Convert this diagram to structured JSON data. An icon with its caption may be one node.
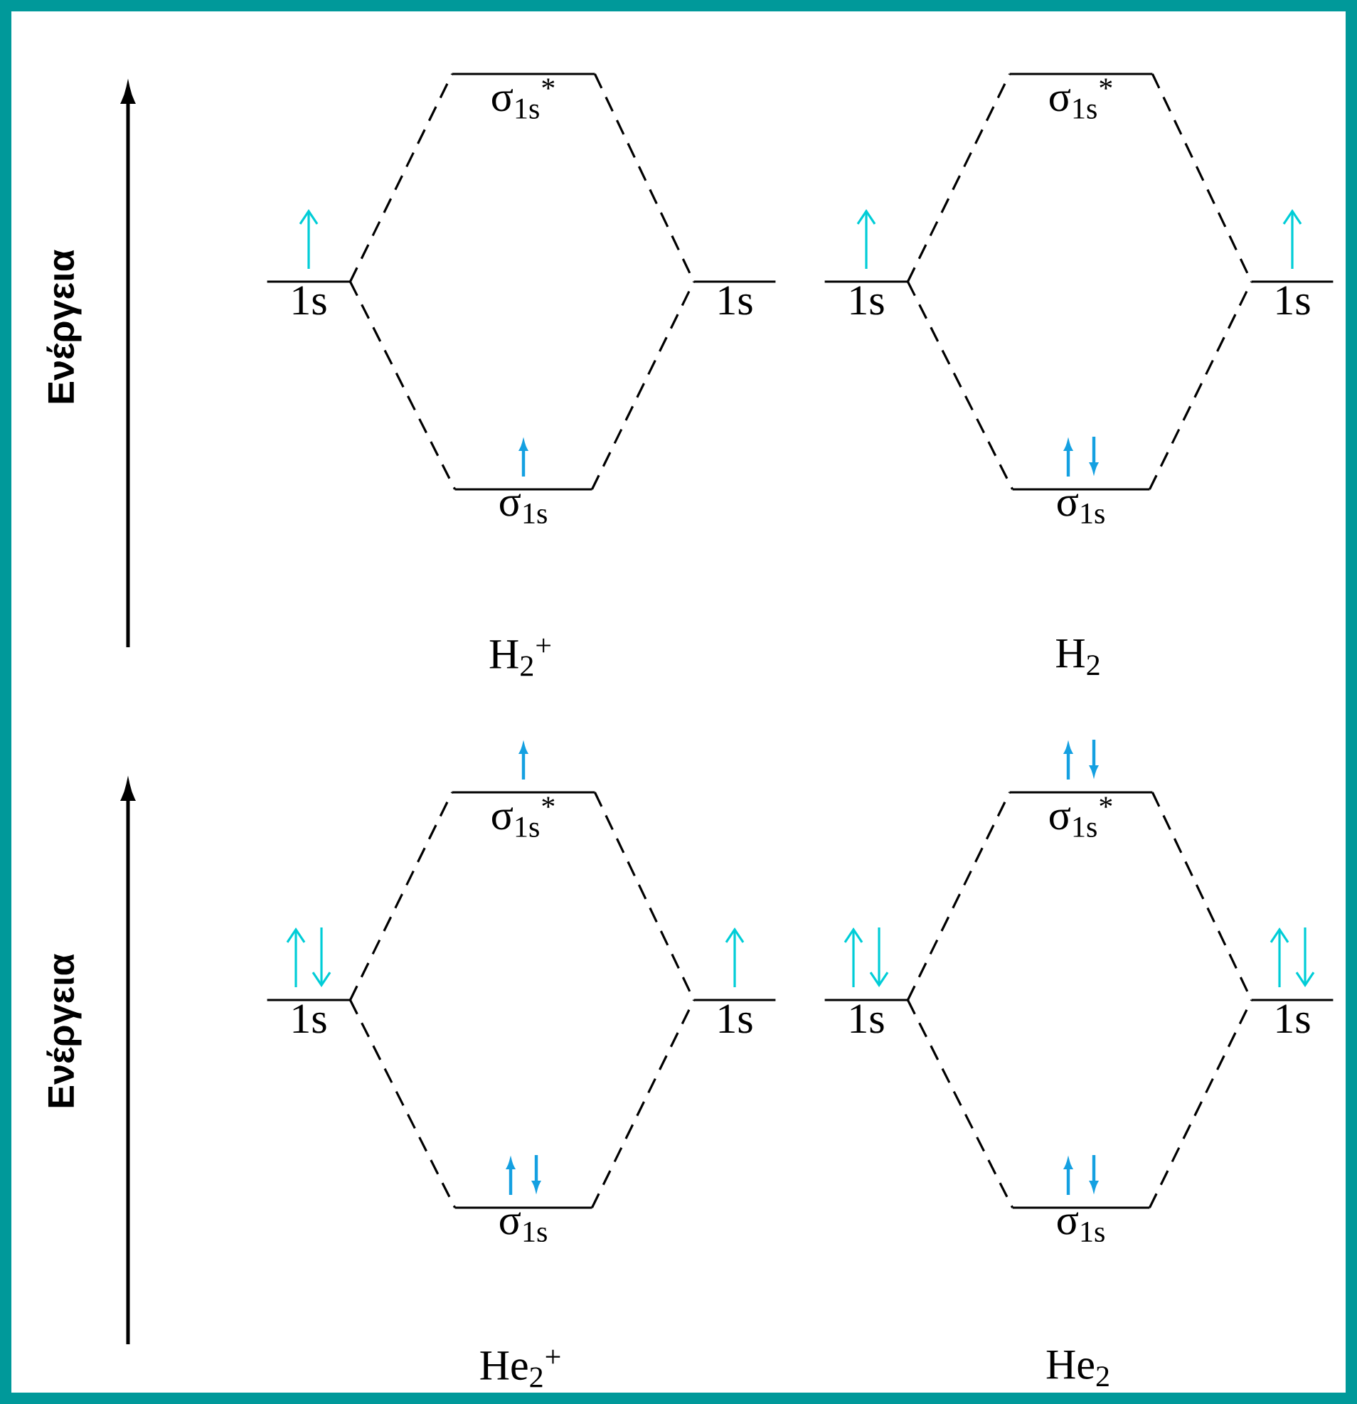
{
  "diagram": {
    "nodes": [
      {
        "text": [
          "σ$_{1s}$$^{*}$"
        ]
      },
      {
        "text": [
          "1s"
        ]
      },
      {
        "text": [
          "1s"
        ]
      },
      {
        "text": [
          "σ$_{1s}$"
        ]
      },
      {
        "text": [
          "σ$_{1s}$$^{*}$"
        ]
      },
      {
        "text": [
          "1s"
        ]
      },
      {
        "text": [
          "1s"
        ]
      },
      {
        "text": [
          "σ$_{1s}$"
        ]
      },
      {
        "text": [
          "σ$_{1s}$$^{*}$"
        ]
      },
      {
        "text": [
          "1s"
        ]
      },
      {
        "text": [
          "1s"
        ]
      },
      {
        "text": [
          "σ$_{1s}$"
        ]
      },
      {
        "text": [
          "σ$_{1s}$$^{*}$"
        ]
      },
      {
        "text": [
          "1s"
        ]
      },
      {
        "text": [
          "1s"
        ]
      },
      {
        "text": [
          "σ$_{1s}$"
        ]
      }
    ],
    "edges": [
      {
        "from": 1,
        "to": 0,
        "arrow": "none",
        "style": "dashed"
      },
      {
        "from": 0,
        "to": 2,
        "arrow": "none",
        "style": "dashed"
      },
      {
        "from": 1,
        "to": 3,
        "arrow": "none",
        "style": "dashed"
      },
      {
        "from": 3,
        "to": 2,
        "arrow": "none",
        "style": "dashed"
      },
      {
        "from": 5,
        "to": 4,
        "arrow": "none",
        "style": "dashed"
      },
      {
        "from": 4,
        "to": 6,
        "arrow": "none",
        "style": "dashed"
      },
      {
        "from": 5,
        "to": 7,
        "arrow": "none",
        "style": "dashed"
      },
      {
        "from": 7,
        "to": 6,
        "arrow": "none",
        "style": "dashed"
      },
      {
        "from": 9,
        "to": 8,
        "arrow": "none",
        "style": "dashed"
      },
      {
        "from": 8,
        "to": 10,
        "arrow": "none",
        "style": "dashed"
      },
      {
        "from": 9,
        "to": 11,
        "arrow": "none",
        "style": "dashed"
      },
      {
        "from": 11,
        "to": 10,
        "arrow": "none",
        "style": "dashed"
      },
      {
        "from": 13,
        "to": 12,
        "arrow": "none",
        "style": "dashed"
      },
      {
        "from": 12,
        "to": 14,
        "arrow": "none",
        "style": "dashed"
      },
      {
        "from": 13,
        "to": 15,
        "arrow": "none",
        "style": "dashed"
      },
      {
        "from": 15,
        "to": 14,
        "arrow": "none",
        "style": "dashed"
      }
    ],
    "labels": [
      "Ενέργεια",
      "H$_{2}$$^{+}$",
      "H$_{2}$",
      "Ενέργεια",
      "He$_{2}$$^{+}$",
      "He$_{2}$"
    ]
  }
}
